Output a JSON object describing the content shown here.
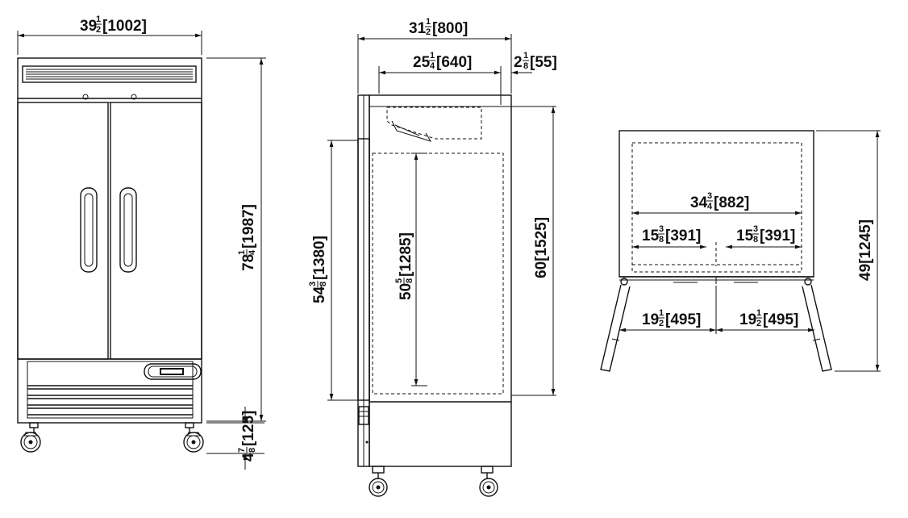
{
  "front_view": {
    "width_whole": "39",
    "width_num": "1",
    "width_den": "2",
    "width_mm": "[1002]",
    "height_whole": "78",
    "height_num": "1",
    "height_den": "4",
    "height_mm": "[1987]",
    "base_height_mm": "[125]",
    "base_height_whole": "4",
    "base_height_num": "7",
    "base_height_den": "8"
  },
  "side_view": {
    "overall_depth_whole": "31",
    "overall_depth_num": "1",
    "overall_depth_den": "2",
    "overall_depth_mm": "[800]",
    "cabinet_depth_whole": "25",
    "cabinet_depth_num": "1",
    "cabinet_depth_den": "4",
    "cabinet_depth_mm": "[640]",
    "door_depth_whole": "2",
    "door_depth_num": "1",
    "door_depth_den": "8",
    "door_depth_mm": "[55]",
    "door_height_whole": "54",
    "door_height_num": "3",
    "door_height_den": "8",
    "door_height_mm": "[1380]",
    "interior_height_whole": "50",
    "interior_height_num": "5",
    "interior_height_den": "8",
    "interior_height_mm": "[1285]",
    "cabinet_height": "60[1525]"
  },
  "top_view": {
    "interior_width_whole": "34",
    "interior_width_num": "3",
    "interior_width_den": "4",
    "interior_width_mm": "[882]",
    "left_opening_whole": "15",
    "left_opening_num": "3",
    "left_opening_den": "8",
    "left_opening_mm": "[391]",
    "right_opening_whole": "15",
    "right_opening_num": "3",
    "right_opening_den": "8",
    "right_opening_mm": "[391]",
    "left_door_whole": "19",
    "left_door_num": "1",
    "left_door_den": "2",
    "left_door_mm": "[495]",
    "right_door_whole": "19",
    "right_door_num": "1",
    "right_door_den": "2",
    "right_door_mm": "[495]",
    "depth_with_doors": "49[1245]"
  }
}
